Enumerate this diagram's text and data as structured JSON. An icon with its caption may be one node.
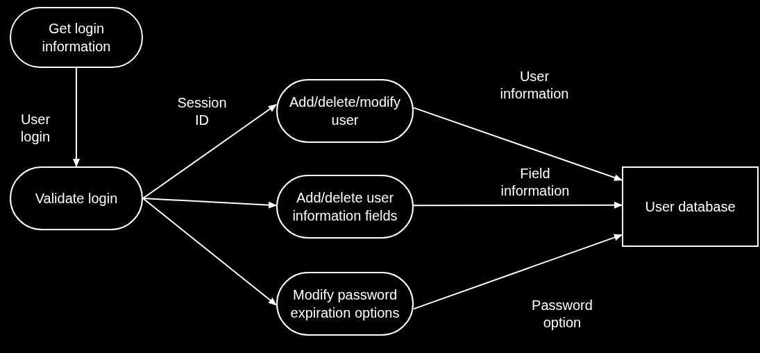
{
  "diagram": {
    "nodes": [
      {
        "text": [
          "Get login information"
        ]
      },
      {
        "text": [
          "Validate login"
        ]
      },
      {
        "text": [
          "Add/delete/modify user"
        ]
      },
      {
        "text": [
          "Add/delete user information fields"
        ]
      },
      {
        "text": [
          "Modify password expiration options"
        ]
      },
      {
        "text": [
          "User database"
        ]
      }
    ],
    "edges": [
      {
        "from": 0,
        "to": 1,
        "arrow": "to",
        "label": "User login"
      },
      {
        "from": 1,
        "to": 2,
        "arrow": "to",
        "label": "Session ID"
      },
      {
        "from": 1,
        "to": 3,
        "arrow": "to"
      },
      {
        "from": 1,
        "to": 4,
        "arrow": "to"
      },
      {
        "from": 2,
        "to": 5,
        "arrow": "to",
        "label": "User information"
      },
      {
        "from": 3,
        "to": 5,
        "arrow": "to",
        "label": "Field information"
      },
      {
        "from": 4,
        "to": 5,
        "arrow": "to",
        "label": "Password option"
      }
    ]
  }
}
